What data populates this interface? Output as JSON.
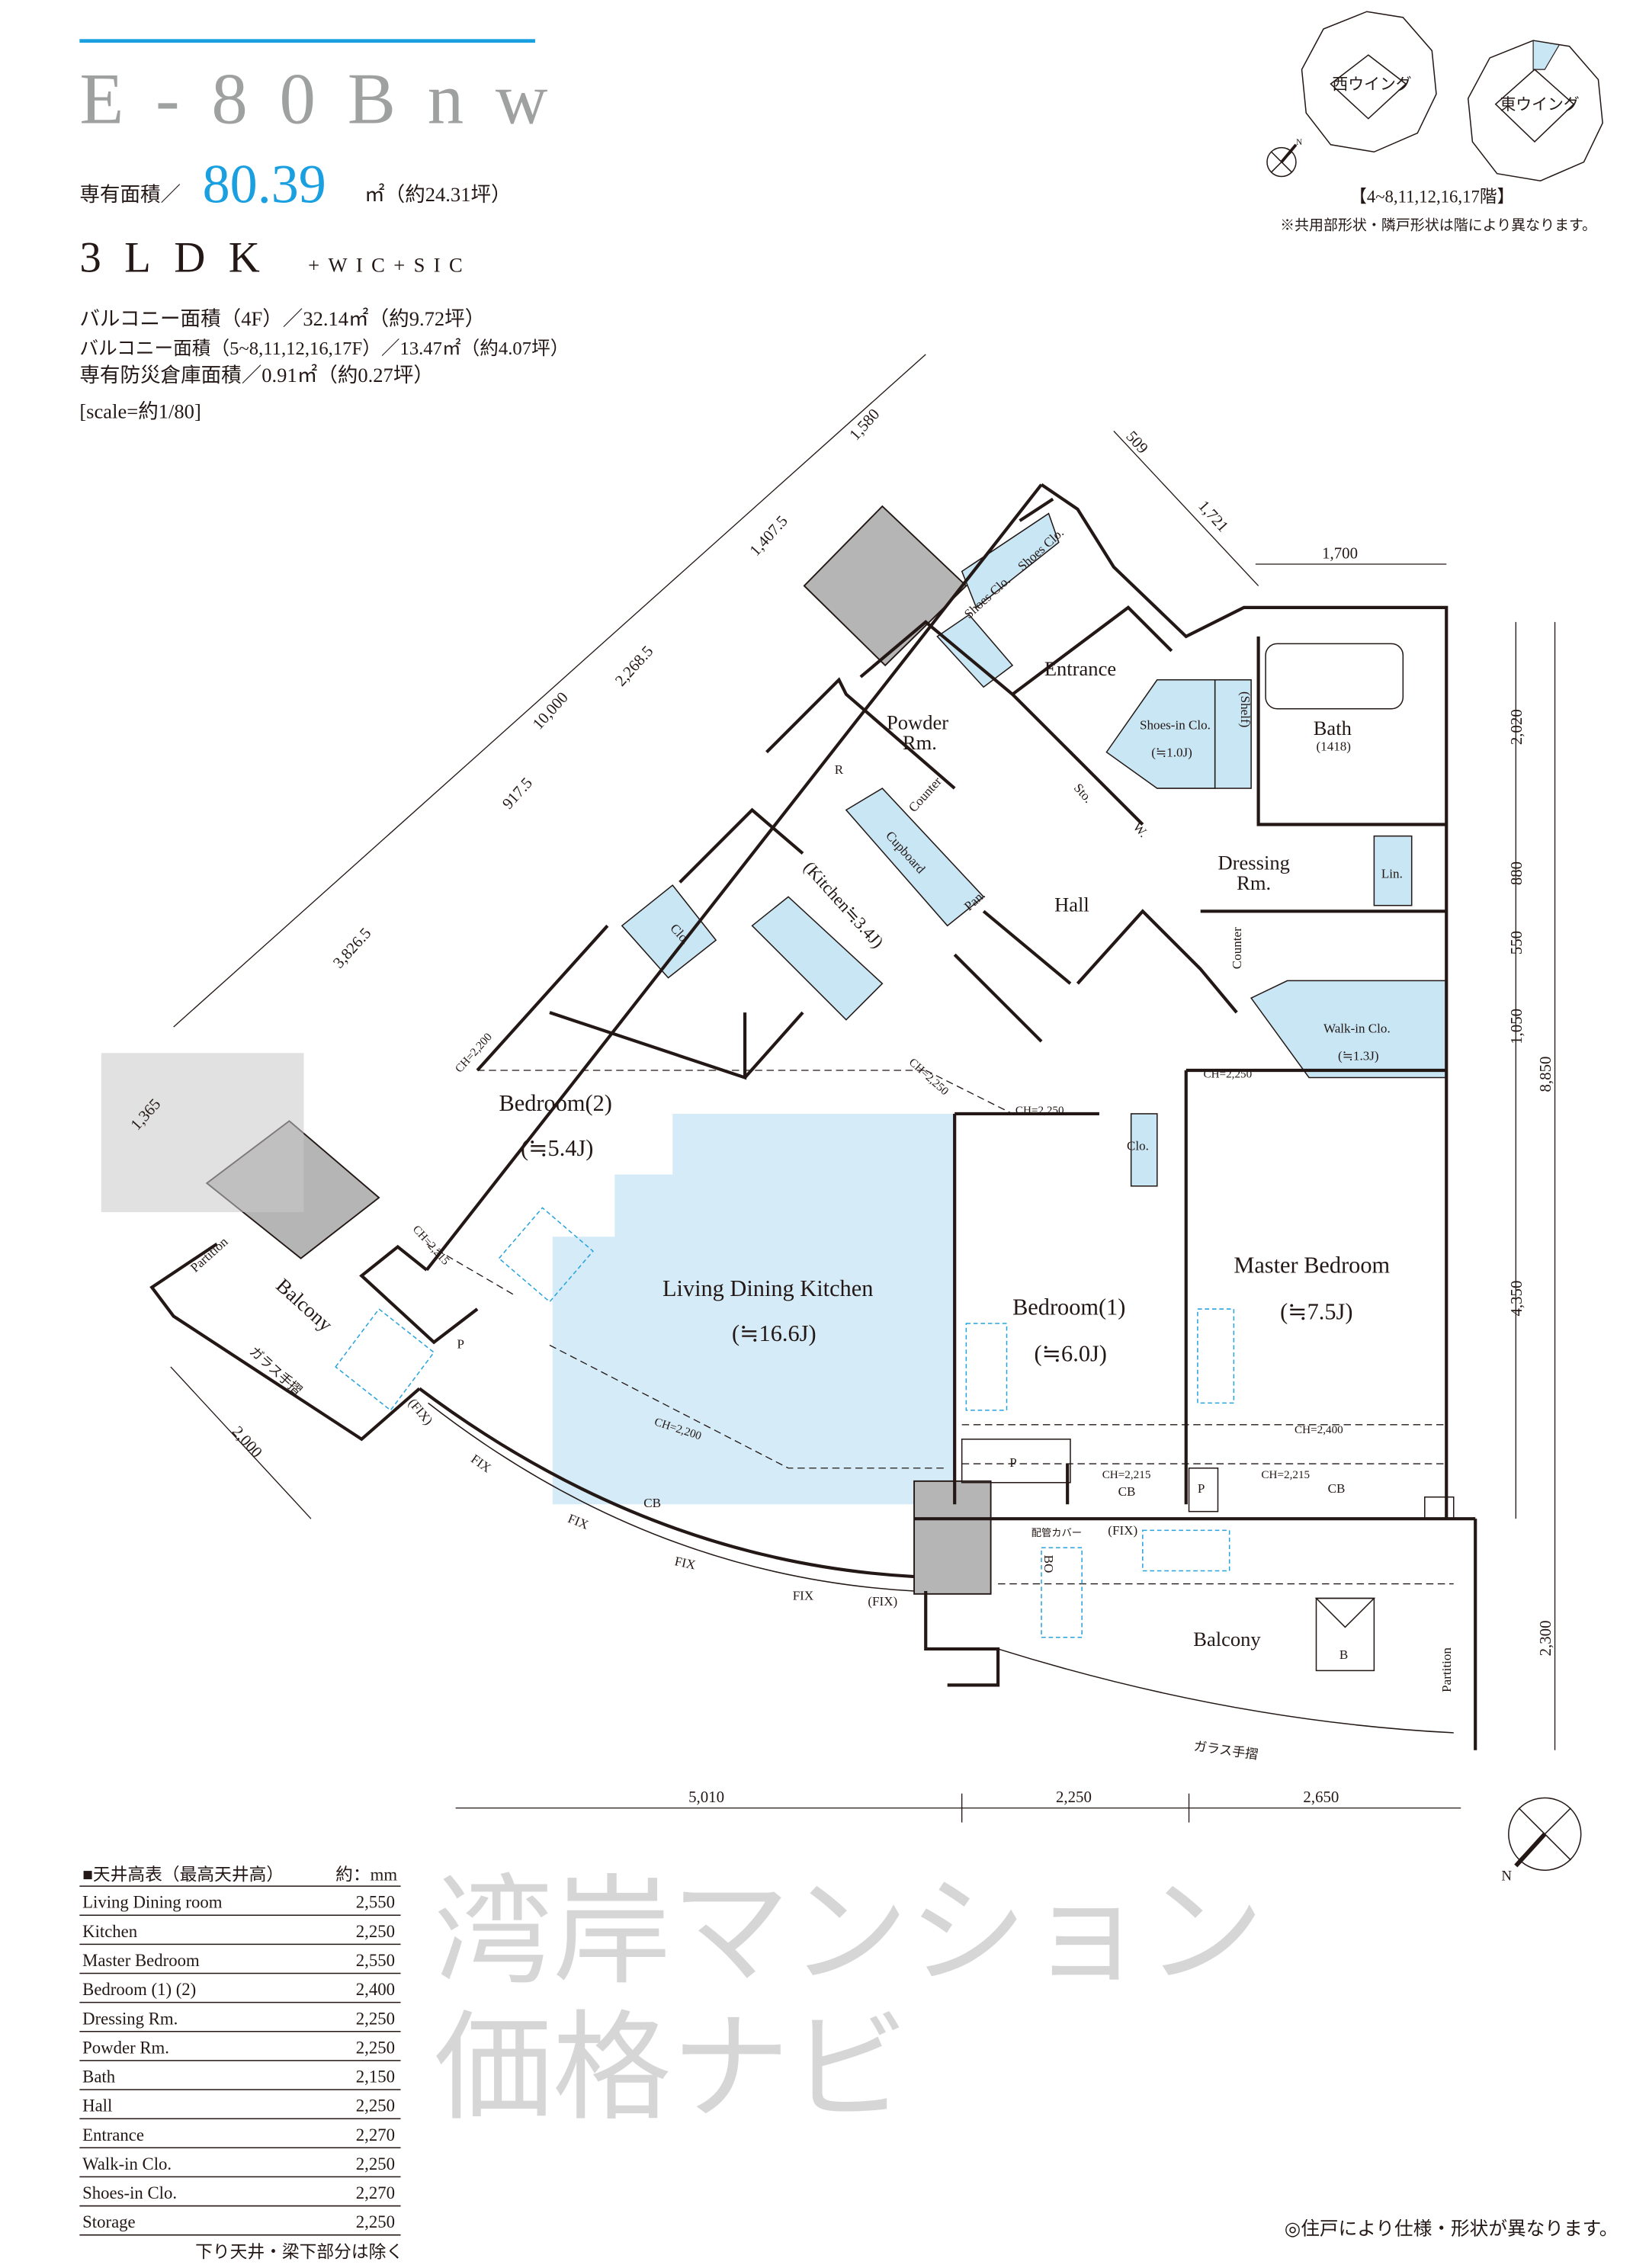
{
  "header": {
    "plan_type": "E-80Bnw",
    "area_label": "専有面積／",
    "area_value": "80.39",
    "area_unit": "㎡（約24.31坪）",
    "layout": "3LDK",
    "layout_extra": "+WIC+SIC",
    "balcony_4f": "バルコニー面積（4F）／32.14㎡（約9.72坪）",
    "balcony_other": "バルコニー面積（5~8,11,12,16,17F）／13.47㎡（約4.07坪）",
    "storage_area": "専有防災倉庫面積／0.91㎡（約0.27坪）",
    "scale": "[scale=約1/80]"
  },
  "key_plan": {
    "west_wing": "西ウイング",
    "east_wing": "東ウイング",
    "floors": "【4~8,11,12,16,17階】",
    "note": "※共用部形状・隣戸形状は階により異なります。",
    "north": "N",
    "highlight_color": "#c9e6f5"
  },
  "rooms": {
    "entrance": "Entrance",
    "powder": "Powder",
    "powder2": "Rm.",
    "shoes_in": "Shoes-in Clo.",
    "shoes_in_size": "(≒1.0J)",
    "shoes_clo": "Shoes Clo.",
    "shoes_clo2": "Shoes Clo.",
    "bath": "Bath",
    "bath_size": "(1418)",
    "dressing": "Dressing",
    "dressing2": "Rm.",
    "hall": "Hall",
    "lin": "Lin.",
    "walkin": "Walk-in Clo.",
    "walkin_size": "(≒1.3J)",
    "master": "Master Bedroom",
    "master_size": "(≒7.5J)",
    "bed1": "Bedroom(1)",
    "bed1_size": "(≒6.0J)",
    "bed2": "Bedroom(2)",
    "bed2_size": "(≒5.4J)",
    "ldk": "Living Dining Kitchen",
    "ldk_size": "(≒16.6J)",
    "kitchen": "(Kitchen≒3.4J)",
    "cupboard": "Cupboard",
    "pan": "Pan.",
    "clo": "Clo.",
    "clo2": "Clo.",
    "sto": "Sto.",
    "w": "W.",
    "counter": "Counter",
    "counter2": "Counter",
    "shelf": "(Shelf)",
    "balcony": "Balcony",
    "balcony2": "Balcony",
    "partition": "Partition",
    "partition2": "Partition",
    "glass_rail": "ガラス手摺",
    "glass_rail2": "ガラス手摺",
    "pipe_cover": "配管カバー",
    "bo": "BO",
    "b": "B",
    "p": "P",
    "r": "R",
    "cb": "CB",
    "fix": "FIX",
    "fix_paren": "(FIX)"
  },
  "ceiling_marks": {
    "ch2200": "CH=2,200",
    "ch2250": "CH=2,250",
    "ch2215": "CH=2,215",
    "ch2400": "CH=2,400"
  },
  "dimensions": {
    "d1580": "1,580",
    "d1407": "1,407.5",
    "d2268": "2,268.5",
    "d10000": "10,000",
    "d917": "917.5",
    "d3826": "3,826.5",
    "d1365": "1,365",
    "d2000": "2,000",
    "d509": "509",
    "d1721": "1,721",
    "d1700": "1,700",
    "d2020": "2,020",
    "d880": "880",
    "d550": "550",
    "d1050": "1,050",
    "d4350": "4,350",
    "d8850": "8,850",
    "d2300": "2,300",
    "d5010": "5,010",
    "d2250": "2,250",
    "d2650": "2,650"
  },
  "watermark": "湾岸マンション価格ナビ",
  "ceiling_table": {
    "title": "■天井高表（最高天井高）",
    "unit": "約：mm",
    "rows": [
      {
        "room": "Living Dining room",
        "value": "2,550"
      },
      {
        "room": "Kitchen",
        "value": "2,250"
      },
      {
        "room": "Master Bedroom",
        "value": "2,550"
      },
      {
        "room": "Bedroom (1) (2)",
        "value": "2,400"
      },
      {
        "room": "Dressing Rm.",
        "value": "2,250"
      },
      {
        "room": "Powder Rm.",
        "value": "2,250"
      },
      {
        "room": "Bath",
        "value": "2,150"
      },
      {
        "room": "Hall",
        "value": "2,250"
      },
      {
        "room": "Entrance",
        "value": "2,270"
      },
      {
        "room": "Walk-in Clo.",
        "value": "2,250"
      },
      {
        "room": "Shoes-in Clo.",
        "value": "2,270"
      },
      {
        "room": "Storage",
        "value": "2,250"
      }
    ],
    "footnote": "下り天井・梁下部分は除く"
  },
  "footer_note": "◎住戸により仕様・形状が異なります。",
  "colors": {
    "accent": "#1aa0e0",
    "title_gray": "#9fa0a0",
    "room_blue": "#d5ecf8"
  }
}
